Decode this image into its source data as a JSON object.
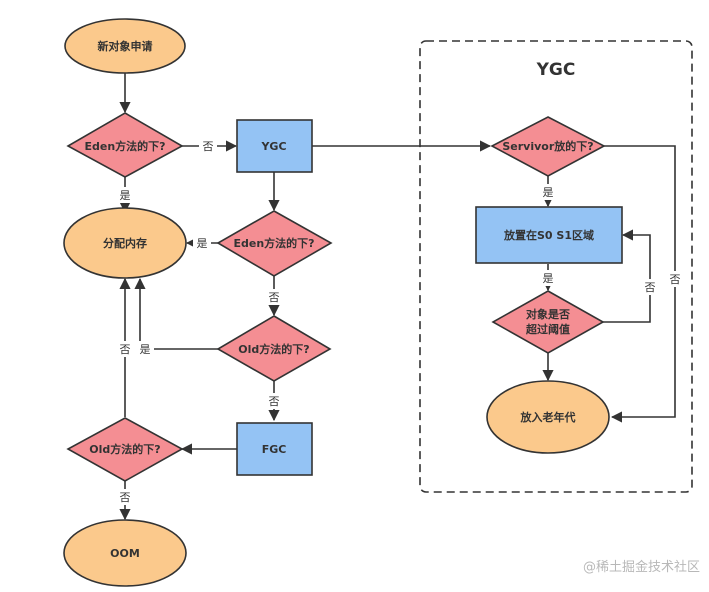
{
  "colors": {
    "terminal_fill": "#fbc98c",
    "decision_fill": "#f48e93",
    "process_fill": "#94c3f4",
    "stroke": "#333333"
  },
  "nodes": {
    "new_object": "新对象申请",
    "eden_check_1": "Eden方法的下?",
    "ygc_process": "YGC",
    "allocate_memory": "分配内存",
    "eden_check_2": "Eden方法的下?",
    "old_check_1": "Old方法的下?",
    "fgc_process": "FGC",
    "old_check_2": "Old方法的下?",
    "oom": "OOM",
    "survivor_check": "Servivor放的下?",
    "place_s0_s1": "放置在S0 S1区域",
    "threshold_check_line1": "对象是否",
    "threshold_check_line2": "超过阈值",
    "old_generation": "放入老年代"
  },
  "group": {
    "title": "YGC"
  },
  "edge_labels": {
    "yes": "是",
    "no": "否"
  },
  "watermark": "@稀土掘金技术社区"
}
